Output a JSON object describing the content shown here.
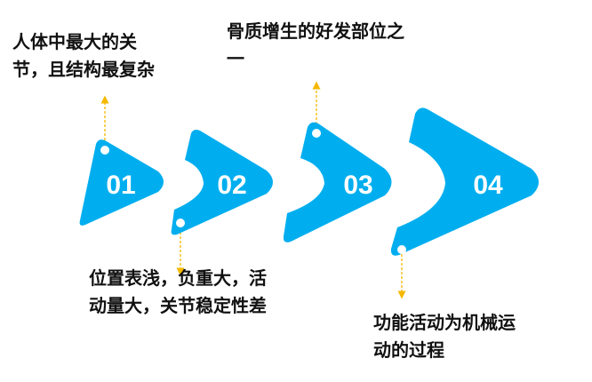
{
  "colors": {
    "shape": "#00AEEF",
    "connector": "#F5B800",
    "text": "#111111"
  },
  "steps": [
    {
      "number": "01",
      "description": "人体中最大的关节，且结构最复杂"
    },
    {
      "number": "02",
      "description": "位置表浅，负重大，活动量大，关节稳定性差"
    },
    {
      "number": "03",
      "description": "骨质增生的好发部位之一"
    },
    {
      "number": "04",
      "description": "功能活动为机械运动的过程"
    }
  ]
}
